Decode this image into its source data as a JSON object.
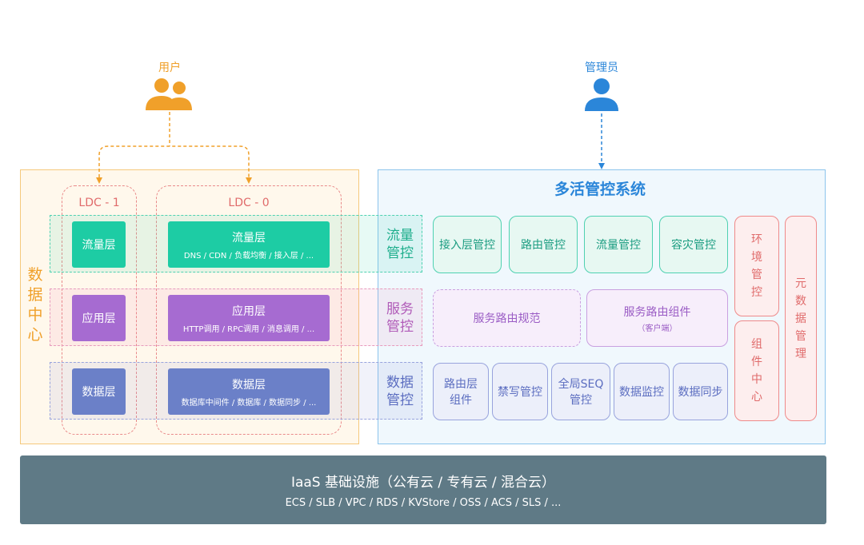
{
  "actors": {
    "user_label": "用户",
    "admin_label": "管理员"
  },
  "data_center": {
    "title_chars": [
      "数",
      "据",
      "中",
      "心"
    ],
    "ldc1_label": "LDC - 1",
    "ldc0_label": "LDC - 0",
    "ldc1_blocks": [
      "流量层",
      "应用层",
      "数据层"
    ],
    "ldc0_blocks": [
      {
        "title": "流量层",
        "sub": "DNS / CDN / 负载均衡 / 接入层 / ..."
      },
      {
        "title": "应用层",
        "sub": "HTTP调用 / RPC调用 / 消息调用 / ..."
      },
      {
        "title": "数据层",
        "sub": "数据库中间件 / 数据库 / 数据同步 / ..."
      }
    ]
  },
  "bands": {
    "traffic": [
      "流量",
      "管控"
    ],
    "service": [
      "服务",
      "管控"
    ],
    "data": [
      "数据",
      "管控"
    ]
  },
  "system": {
    "title": "多活管控系统",
    "traffic_cards": [
      "接入层管控",
      "路由管控",
      "流量管控",
      "容灾管控"
    ],
    "service_spec": "服务路由规范",
    "service_component": {
      "title": "服务路由组件",
      "sub": "（客户端）"
    },
    "data_cards": [
      [
        "路由层",
        "组件"
      ],
      [
        "禁写管控"
      ],
      [
        "全局SEQ",
        "管控"
      ],
      [
        "数据监控"
      ],
      [
        "数据同步"
      ]
    ],
    "env_chars": [
      "环",
      "境",
      "管",
      "控"
    ],
    "component_chars": [
      "组",
      "件",
      "中",
      "心"
    ],
    "meta_chars": [
      "元",
      "数",
      "据",
      "管",
      "理"
    ]
  },
  "iaas": {
    "title": "IaaS 基础设施（公有云 / 专有云 / 混合云）",
    "sub": "ECS / SLB / VPC / RDS / KVStore / OSS / ACS / SLS / ..."
  },
  "colors": {
    "user": "#f0a02a",
    "admin": "#2b86d9",
    "traffic": "#1dcca4",
    "app": "#a66bd1",
    "data": "#6b80c8",
    "red": "#e06b6b",
    "iaas": "#5f7a86"
  }
}
